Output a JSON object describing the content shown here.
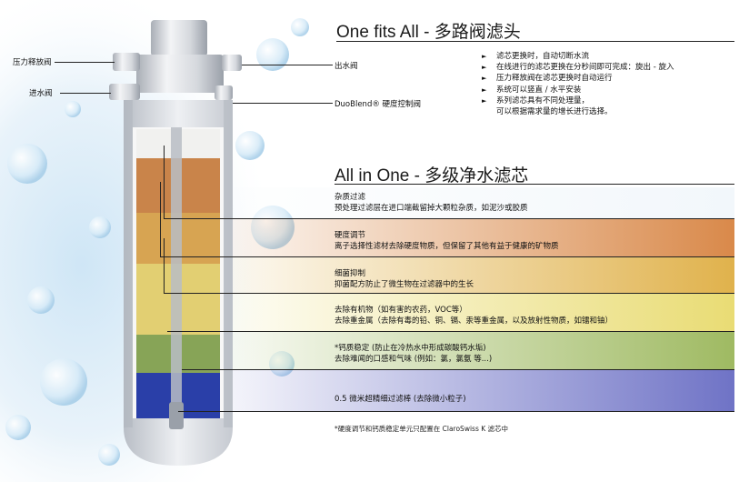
{
  "header1": {
    "title": "One fits All - 多路阀滤头"
  },
  "bullets": [
    {
      "text": "滤芯更换时，自动切断水流"
    },
    {
      "text": "在线进行的滤芯更换在分秒间即可完成：旋出 - 旋入"
    },
    {
      "text": "压力释放阀在滤芯更换时自动运行"
    },
    {
      "text": "系统可以竖直 / 水平安装"
    },
    {
      "text": "系列滤芯具有不同处理量，",
      "text2": "可以根据需求量的增长进行选择。"
    }
  ],
  "callouts": {
    "pressure_valve": "压力释放阀",
    "inlet_valve": "进水阀",
    "outlet_valve": "出水阀",
    "duoblend": "DuoBlend® 硬度控制阀"
  },
  "header2": {
    "title": "All in One - 多级净水滤芯"
  },
  "layers": [
    {
      "line1": "杂质过滤",
      "line2": "预处理过滤层在进口端截留掉大颗粒杂质，如泥沙或胶质",
      "color": "#f2f7fb"
    },
    {
      "line1": "硬度调节",
      "line2": "离子选择性滤材去除硬度物质，但保留了其他有益于健康的矿物质",
      "color": "#d9894a"
    },
    {
      "line1": "细菌抑制",
      "line2": "抑菌配方防止了微生物在过滤器中的生长",
      "color": "#e0b24c"
    },
    {
      "line1": "去除有机物（如有害的农药，VOC等）",
      "line2": "去除重金属（去除有毒的铅、铜、镉、汞等重金属，以及放射性物质，如镭和铀）",
      "color": "#e9dc74"
    },
    {
      "line1": "*钙质稳定 (防止在冷热水中形成碳酸钙水垢)",
      "line2": "去除难闻的口感和气味 (例如：氯，氯氨 等...)",
      "color": "#9fba62"
    },
    {
      "line1": "0.5 微米超精细过滤棒 (去除微小粒子)",
      "line2": "",
      "color": "#6f73c6"
    }
  ],
  "footnote": "*硬度调节和钙质稳定单元只配置在 ClaroSwiss K 滤芯中",
  "colors": {
    "line": "#222222",
    "housing": "#e4e6ea",
    "housing_shadow": "#b9bec6"
  }
}
